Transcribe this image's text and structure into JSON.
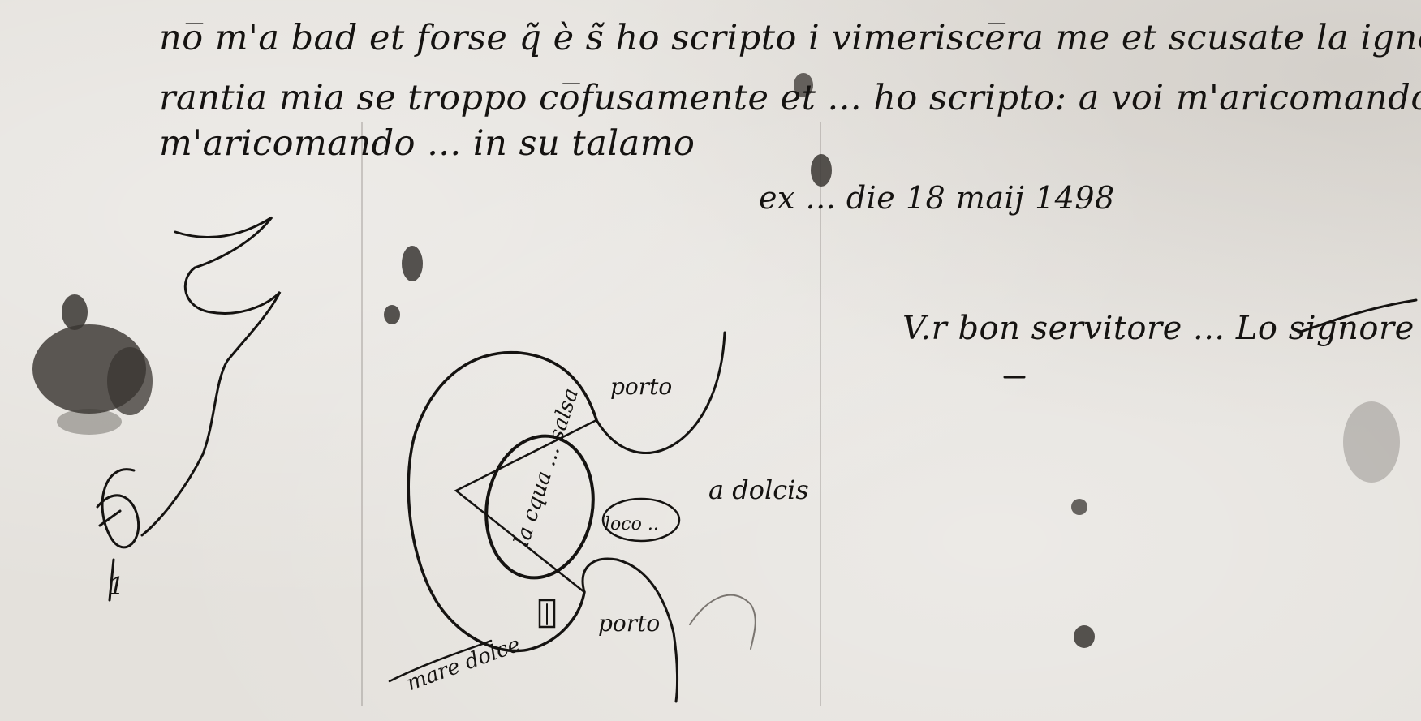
{
  "document": {
    "letter_lines": [
      "no̅ m'a bad et forse q̃ è s̃ ho scripto i vimerisce̅ra me et scusate la igno",
      "rantia mia se troppo co̅fusamente et ... ho scripto: a voi m'aricomando",
      "m'aricomando ... in su talamo"
    ],
    "date_line": "ex ... die 18 maij 1498",
    "signature": "V.r bon servitore ... Lo signore"
  },
  "sketch_map": {
    "labels": {
      "porto_upper": "porto",
      "porto_lower": "porto",
      "laguna": "la cqua ... salsa",
      "loco": "loco ..",
      "dolcis": "a dolcis",
      "mare": "mare dolce",
      "marker": "1"
    }
  },
  "colors": {
    "paper": "#e4e1dc",
    "ink": "#151311",
    "stain": "#3a3632"
  }
}
